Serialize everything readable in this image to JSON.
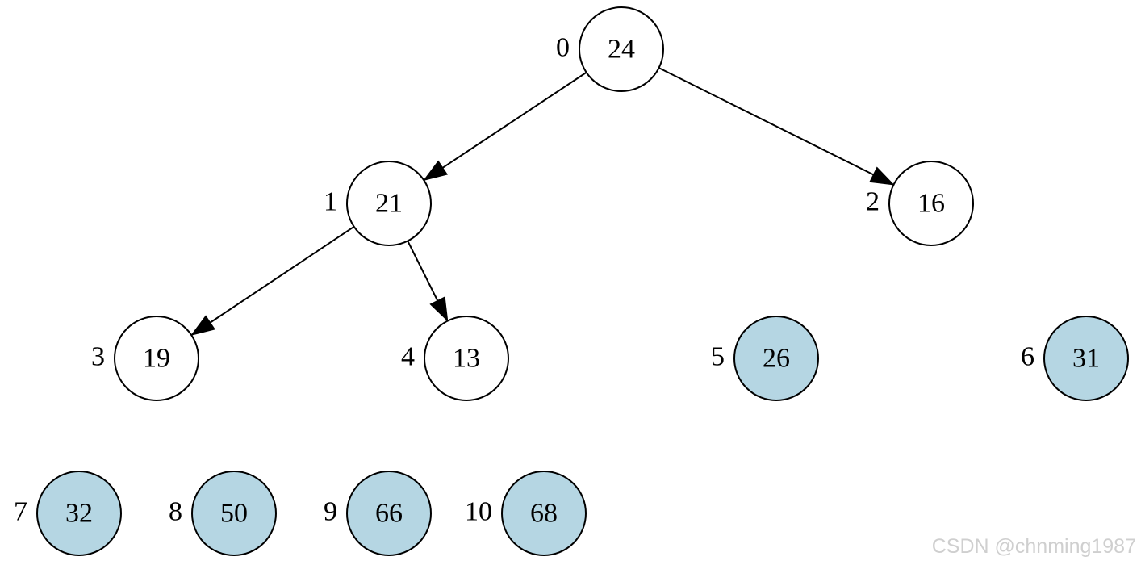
{
  "heap": {
    "nodes": [
      {
        "index": "0",
        "value": "24",
        "sorted": false
      },
      {
        "index": "1",
        "value": "21",
        "sorted": false
      },
      {
        "index": "2",
        "value": "16",
        "sorted": false
      },
      {
        "index": "3",
        "value": "19",
        "sorted": false
      },
      {
        "index": "4",
        "value": "13",
        "sorted": false
      },
      {
        "index": "5",
        "value": "26",
        "sorted": true
      },
      {
        "index": "6",
        "value": "31",
        "sorted": true
      },
      {
        "index": "7",
        "value": "32",
        "sorted": true
      },
      {
        "index": "8",
        "value": "50",
        "sorted": true
      },
      {
        "index": "9",
        "value": "66",
        "sorted": true
      },
      {
        "index": "10",
        "value": "68",
        "sorted": true
      }
    ],
    "edges": [
      {
        "from": 0,
        "to": 1
      },
      {
        "from": 0,
        "to": 2
      },
      {
        "from": 1,
        "to": 3
      },
      {
        "from": 1,
        "to": 4
      }
    ]
  },
  "colors": {
    "unsorted_fill": "#ffffff",
    "sorted_fill": "#b5d6e3",
    "stroke": "#000000"
  },
  "watermark": "CSDN @chnming1987"
}
